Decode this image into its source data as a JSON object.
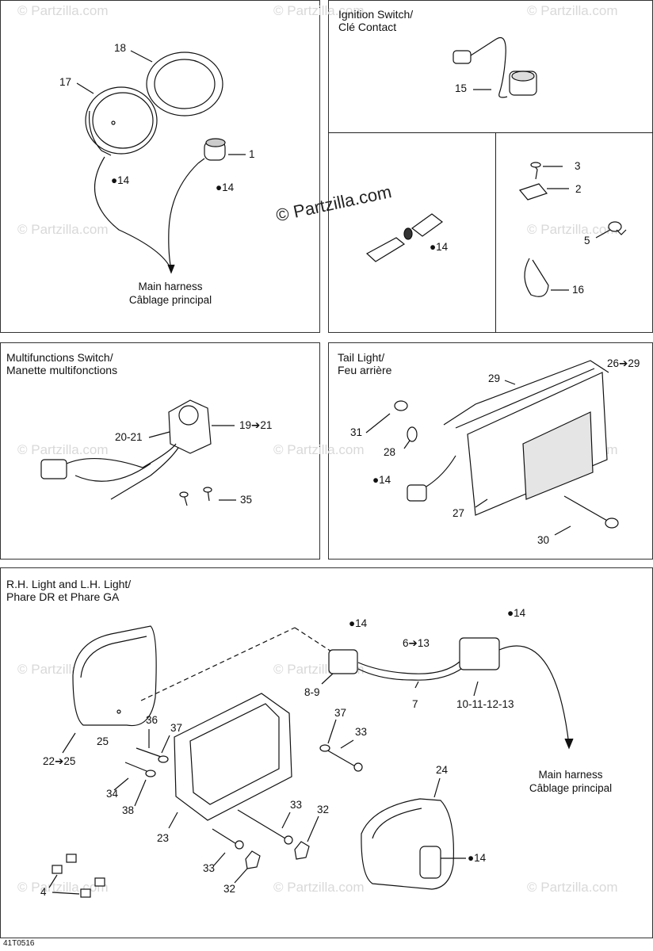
{
  "watermark": "© Partzilla.com",
  "drawing_code": "41T0516",
  "panels": {
    "ignition": {
      "title": "Ignition Switch/\nClé Contact"
    },
    "multifunction": {
      "title": "Multifunctions Switch/\nManette multifonctions"
    },
    "taillight": {
      "title": "Tail Light/\nFeu arrière"
    },
    "headlights": {
      "title": "R.H. Light and L.H. Light/\nPhare DR et Phare GA"
    }
  },
  "main_harness": {
    "en": "Main harness",
    "fr": "Câblage principal"
  },
  "callouts": {
    "c18": "18",
    "c17": "17",
    "c1": "1",
    "c14a": "14",
    "c14b": "14",
    "c15": "15",
    "c3": "3",
    "c2": "2",
    "c5": "5",
    "c16": "16",
    "c14c": "14",
    "c19_21": "19➔21",
    "c20_21": "20-21",
    "c35": "35",
    "c29": "29",
    "c26_29": "26➔29",
    "c31": "31",
    "c28": "28",
    "c14d": "14",
    "c27": "27",
    "c30": "30",
    "c14e": "14",
    "c14f": "14",
    "c6_13": "6➔13",
    "c8_9": "8-9",
    "c7": "7",
    "c10_13": "10-11-12-13",
    "c36": "36",
    "c37a": "37",
    "c37b": "37",
    "c33a": "33",
    "c22_25": "22➔25",
    "c25": "25",
    "c34": "34",
    "c38": "38",
    "c23": "23",
    "c33b": "33",
    "c32a": "32",
    "c33c": "33",
    "c32b": "32",
    "c24": "24",
    "c14g": "14",
    "c4": "4"
  }
}
